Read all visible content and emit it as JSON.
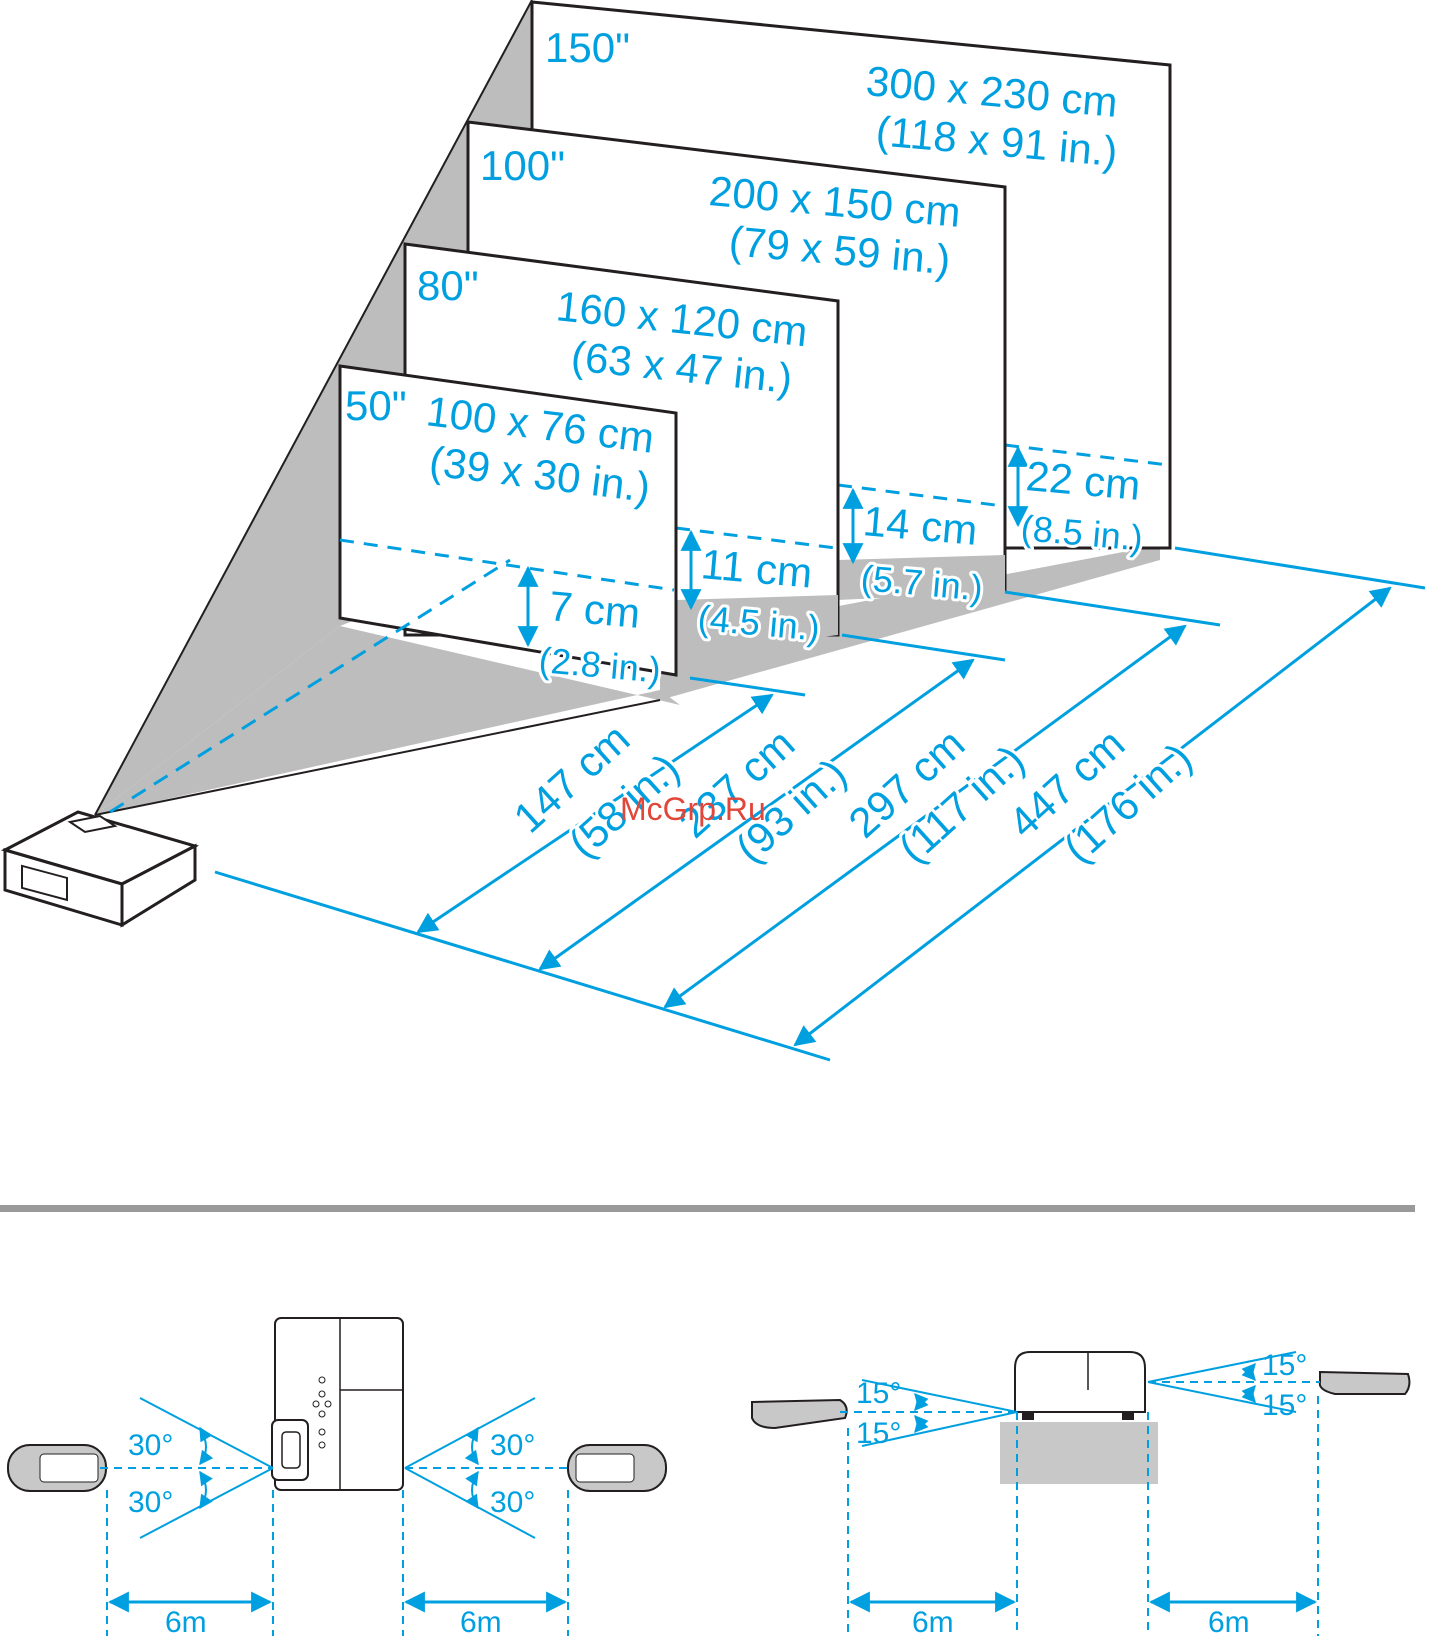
{
  "colors": {
    "accent": "#00a0e0",
    "line": "#231f20",
    "shade": "#bdbdbd",
    "watermark": "#e0463a"
  },
  "watermark": "McGrp.Ru",
  "screens": [
    {
      "size": "150\"",
      "dims_cm": "300 x 230 cm",
      "dims_in": "(118 x 91 in.)",
      "offset_cm": "22 cm",
      "offset_in": "(8.5 in.)",
      "distance_cm": "447 cm",
      "distance_in": "(176 in.)"
    },
    {
      "size": "100\"",
      "dims_cm": "200 x 150 cm",
      "dims_in": "(79 x 59 in.)",
      "offset_cm": "14 cm",
      "offset_in": "(5.7 in.)",
      "distance_cm": "297 cm",
      "distance_in": "(117 in.)"
    },
    {
      "size": "80\"",
      "dims_cm": "160 x 120 cm",
      "dims_in": "(63 x 47 in.)",
      "offset_cm": "11 cm",
      "offset_in": "(4.5 in.)",
      "distance_cm": "237 cm",
      "distance_in": "(93 in.)"
    },
    {
      "size": "50\"",
      "dims_cm": "100 x 76 cm",
      "dims_in": "(39 x 30 in.)",
      "offset_cm": "7 cm",
      "offset_in": "(2.8 in.)",
      "distance_cm": "147 cm",
      "distance_in": "(58 in.)"
    }
  ],
  "remote_top_view": {
    "angle_up": "30°",
    "angle_down": "30°",
    "angle_up_right": "30°",
    "angle_down_right": "30°",
    "distance_left": "6m",
    "distance_right": "6m"
  },
  "remote_side_view": {
    "angle_up": "15°",
    "angle_down": "15°",
    "angle_up_right": "15°",
    "angle_down_right": "15°",
    "distance_left": "6m",
    "distance_right": "6m"
  }
}
